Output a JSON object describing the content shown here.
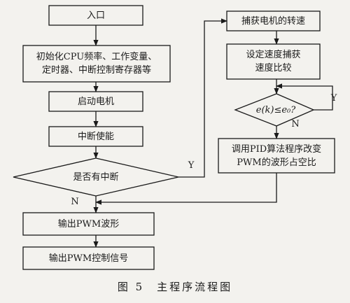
{
  "flowchart": {
    "entry": "入口",
    "init_line1": "初始化CPU频率、工作变量、",
    "init_line2": "定时器、中断控制寄存器等",
    "start_motor": "启动电机",
    "irq_enable": "中断使能",
    "has_irq": "是否有中断",
    "output_pwm": "输出PWM波形",
    "output_signal": "输出PWM控制信号",
    "capture_speed": "捕获电机的转速",
    "set_line1": "设定速度捕获",
    "set_line2": "速度比较",
    "condition": "e(k)≤e₀?",
    "pid_line1": "调用PID算法程序改变",
    "pid_line2": "PWM的波形占空比",
    "yes_main": "Y",
    "no_main": "N",
    "yes_cond": "Y",
    "no_cond": "N"
  },
  "caption": {
    "figure_no": "图 5",
    "title": "主程序流程图"
  }
}
